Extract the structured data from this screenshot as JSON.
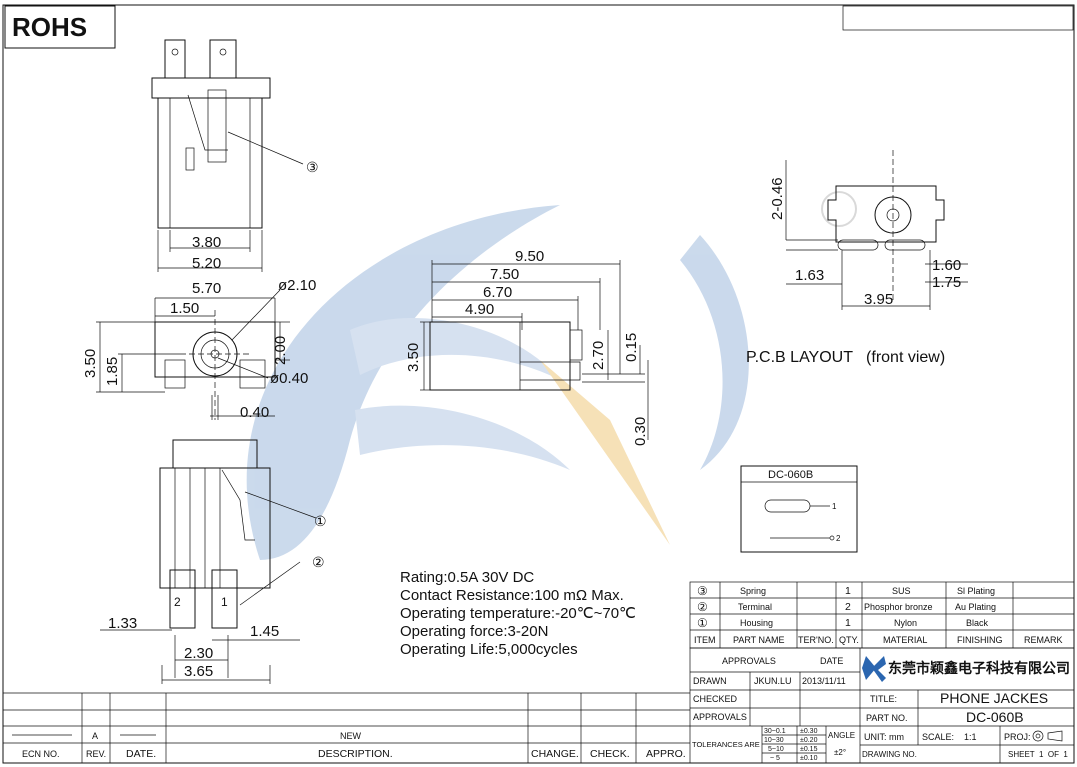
{
  "header": {
    "rohs": "ROHS"
  },
  "dims": {
    "top_inner": "3.80",
    "top_outer": "5.20",
    "front_width": "5.70",
    "front_offset": "1.50",
    "front_dia_large": "ø2.10",
    "front_height_right": "2.00",
    "front_height_left": "3.50",
    "front_center": "1.85",
    "front_dia_small": "ø0.40",
    "front_pin": "0.40",
    "side_950": "9.50",
    "side_750": "7.50",
    "side_670": "6.70",
    "side_490": "4.90",
    "side_350": "3.50",
    "side_270": "2.70",
    "side_015": "0.15",
    "side_030": "0.30",
    "pcb_046": "2-0.46",
    "pcb_163": "1.63",
    "pcb_160": "1.60",
    "pcb_175": "1.75",
    "pcb_395": "3.95",
    "bottom_133": "1.33",
    "bottom_145": "1.45",
    "bottom_230": "2.30",
    "bottom_365": "3.65",
    "pin1": "1",
    "pin2": "2"
  },
  "callouts": {
    "c1": "①",
    "c2": "②",
    "c3": "③"
  },
  "pcb_title": "P.C.B LAYOUT   (front view)",
  "schematic": {
    "title": "DC-060B",
    "pin1": "1",
    "pin2": "2"
  },
  "specs": [
    "Rating:0.5A 30V DC",
    "Contact Resistance:100 mΩ Max.",
    "Operating temperature:-20℃~70℃",
    "Operating force:3-20N",
    "Operating Life:5,000cycles"
  ],
  "bom": {
    "rows": [
      {
        "item": "③",
        "name": "Spring",
        "ter": "",
        "qty": "1",
        "material": "SUS",
        "finish": "Sl Plating",
        "remark": ""
      },
      {
        "item": "②",
        "name": "Terminal",
        "ter": "",
        "qty": "2",
        "material": "Phosphor bronze",
        "finish": "Au Plating",
        "remark": ""
      },
      {
        "item": "①",
        "name": "Housing",
        "ter": "",
        "qty": "1",
        "material": "Nylon",
        "finish": "Black",
        "remark": ""
      }
    ],
    "headers": {
      "item": "ITEM",
      "name": "PART NAME",
      "ter": "TER'NO.",
      "qty": "QTY.",
      "material": "MATERIAL",
      "finish": "FINISHING",
      "remark": "REMARK"
    }
  },
  "titleblock": {
    "approvals_h": "APPROVALS",
    "date_h": "DATE",
    "drawn": "DRAWN",
    "drawn_by": "JKUN.LU",
    "drawn_date": "2013/11/11",
    "checked": "CHECKED",
    "approvals": "APPROVALS",
    "company": "东莞市颖鑫电子科技有限公司",
    "title_label": "TITLE:",
    "title_value": "PHONE JACKES",
    "partno_label": "PART NO.",
    "partno_value": "DC-060B",
    "tol_label": "TOLERANCES ARE",
    "tol_r1a": "30~0.1",
    "tol_r1b": "±0.30",
    "tol_r2a": "10~30",
    "tol_r2b": "±0.20",
    "tol_r3a": "5~10",
    "tol_r3b": "±0.15",
    "tol_r4a": "~ 5",
    "tol_r4b": "±0.10",
    "angle_label": "ANGLE",
    "angle_value": "±2°",
    "unit": "UNIT: mm",
    "scale_label": "SCALE:",
    "scale_value": "1:1",
    "proj": "PROJ:",
    "drawing_no": "DRAWING NO.",
    "sheet": "SHEET  1  OF  1"
  },
  "revision": {
    "rev": "A",
    "desc": "NEW",
    "h_ecn": "ECN NO.",
    "h_rev": "REV.",
    "h_date": "DATE.",
    "h_desc": "DESCRIPTION.",
    "h_change": "CHANGE.",
    "h_check": "CHECK.",
    "h_appro": "APPRO."
  },
  "colors": {
    "watermark_blue": "#b9cde6",
    "watermark_orange": "#f3d7a0"
  }
}
